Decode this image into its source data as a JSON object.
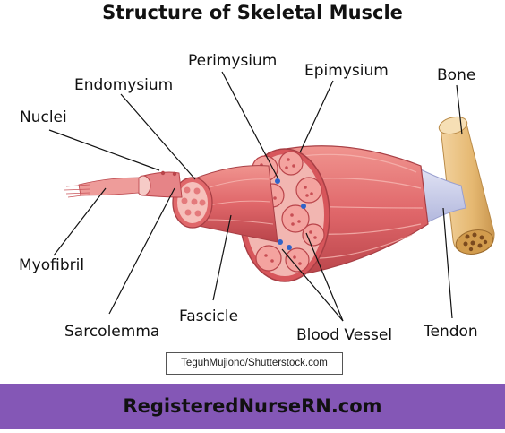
{
  "title": "Structure of Skeletal Muscle",
  "labels": {
    "perimysium": "Perimysium",
    "epimysium": "Epimysium",
    "bone": "Bone",
    "endomysium": "Endomysium",
    "nuclei": "Nuclei",
    "myofibril": "Myofibril",
    "sarcolemma": "Sarcolemma",
    "fascicle": "Fascicle",
    "blood_vessel": "Blood Vessel",
    "tendon": "Tendon"
  },
  "credit": "TeguhMujiono/Shutterstock.com",
  "footer": "RegisteredNurseRN.com",
  "colors": {
    "muscle": "#e0676a",
    "muscle_dark": "#c24a4e",
    "muscle_light": "#f4a9a6",
    "bone": "#e8c07f",
    "tendon": "#c9cde8",
    "vessel": "#2f63c9",
    "footer_bg": "#8457b6"
  }
}
